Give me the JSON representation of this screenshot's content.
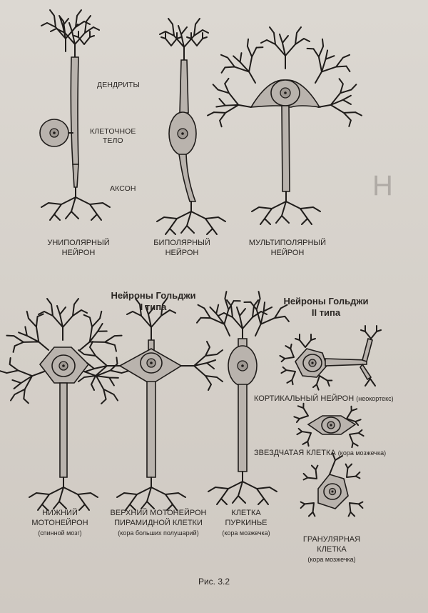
{
  "labels": {
    "dendrites": "ДЕНДРИТЫ",
    "cell_body": "КЛЕТОЧНОЕ\nТЕЛО",
    "axon": "АКСОН"
  },
  "top_captions": {
    "unipolar": "УНИПОЛЯРНЫЙ\nНЕЙРОН",
    "bipolar": "БИПОЛЯРНЫЙ\nНЕЙРОН",
    "multipolar": "МУЛЬТИПОЛЯРНЫЙ\nНЕЙРОН"
  },
  "headings": {
    "golgi1": "Нейроны Гольджи\nI типа",
    "golgi2": "Нейроны Гольджи\nII типа"
  },
  "bottom_captions": {
    "lower_motor": "НИЖНИЙ\nМОТОНЕЙРОН",
    "lower_motor_sub": "(спинной мозг)",
    "upper_motor": "ВЕРХНИЙ МОТОНЕЙРОН\nПИРАМИДНОЙ КЛЕТКИ",
    "upper_motor_sub": "(кора больших полушарий)",
    "purkinje": "КЛЕТКА\nПУРКИНЬЕ",
    "purkinje_sub": "(кора мозжечка)",
    "cortical": "КОРТИКАЛЬНЫЙ НЕЙРОН",
    "cortical_sub": "(неокортекс)",
    "stellate": "ЗВЕЗДЧАТАЯ КЛЕТКА",
    "stellate_sub": "(кора мозжечка)",
    "granular": "ГРАНУЛЯРНАЯ\nКЛЕТКА",
    "granular_sub": "(кора мозжечка)"
  },
  "figure_caption": "Рис. 3.2"
}
